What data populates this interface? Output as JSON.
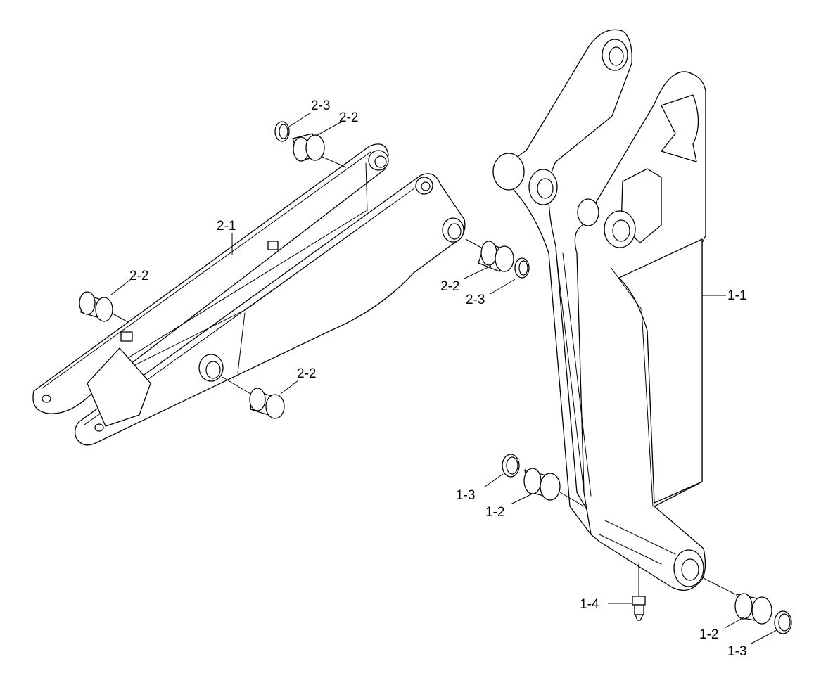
{
  "callouts": {
    "c1_1": "1-1",
    "c1_2a": "1-2",
    "c1_2b": "1-2",
    "c1_3a": "1-3",
    "c1_3b": "1-3",
    "c1_4": "1-4",
    "c2_1": "2-1",
    "c2_2a": "2-2",
    "c2_2b": "2-2",
    "c2_2c": "2-2",
    "c2_2d": "2-2",
    "c2_3a": "2-3",
    "c2_3b": "2-3"
  },
  "colors": {
    "line": "#000000",
    "background": "#ffffff"
  }
}
